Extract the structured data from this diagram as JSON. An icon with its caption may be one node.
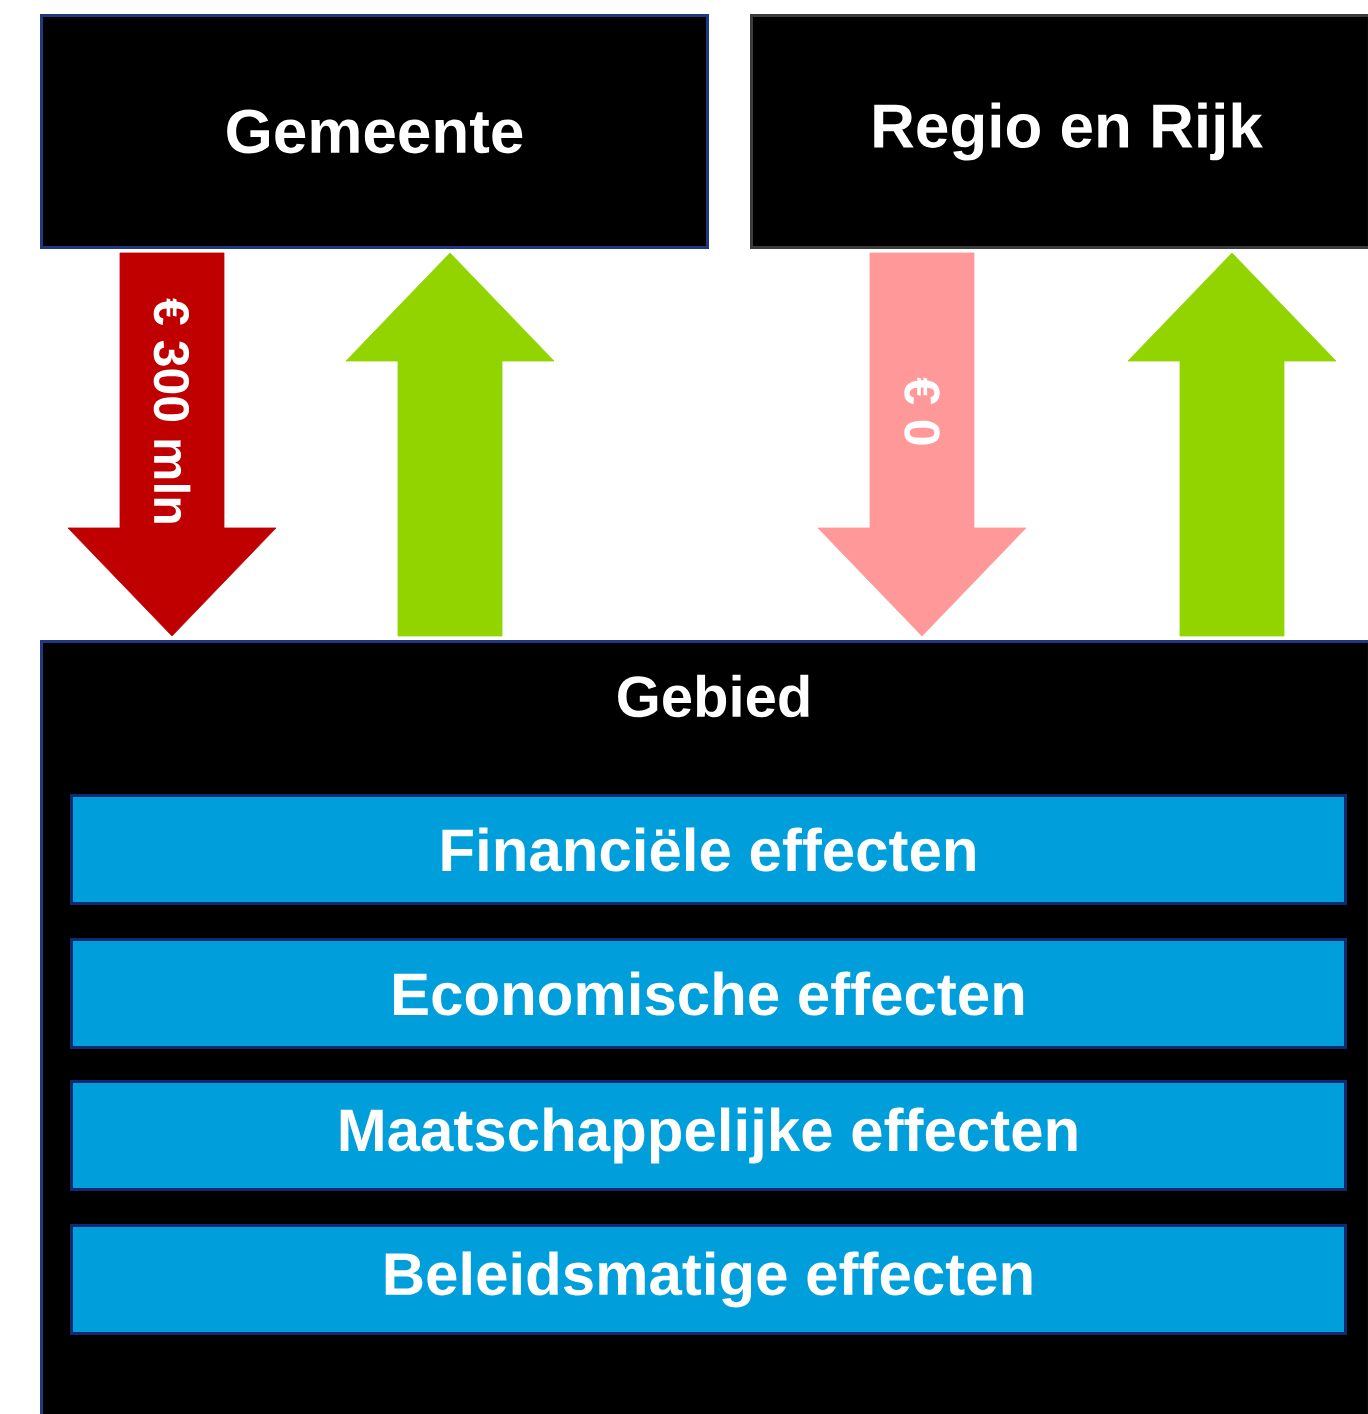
{
  "diagram": {
    "nodes": [
      {
        "text": [
          "Gemeente"
        ]
      },
      {
        "text": [
          "Regio en Rijk"
        ]
      },
      {
        "text": [
          "Gebied"
        ]
      },
      {
        "text": [
          "Financiële effecten"
        ],
        "in": 2
      },
      {
        "text": [
          "Economische effecten"
        ],
        "in": 2
      },
      {
        "text": [
          "Maatschappelijke effecten"
        ],
        "in": 2
      },
      {
        "text": [
          "Beleidsmatige effecten"
        ],
        "in": 2
      }
    ],
    "edges": [
      {
        "from": 0,
        "to": 2,
        "arrow": "to",
        "label": "€ 300 mln",
        "color": "#c00000"
      },
      {
        "from": 2,
        "to": 0,
        "arrow": "to"
      },
      {
        "from": 1,
        "to": 2,
        "arrow": "to",
        "label": "€ 0",
        "color": "#ff9999"
      },
      {
        "from": 2,
        "to": 1,
        "arrow": "to"
      }
    ]
  }
}
